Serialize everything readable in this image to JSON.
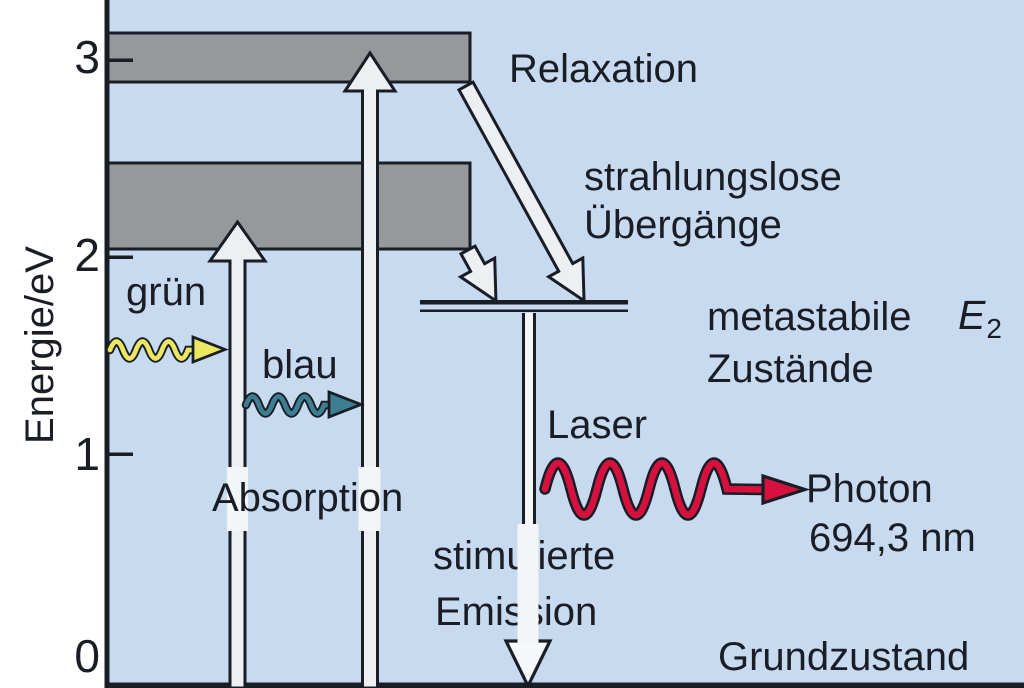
{
  "colors": {
    "background": "#ffffff",
    "plot_background": "#c8daef",
    "band_fill": "#97989b",
    "ink": "#191d26",
    "arrow_fill": "#edeff2",
    "halo_white": "#f3f5f7",
    "pump_green_wave": "#ebe762",
    "pump_blue_wave": "#3d7f90",
    "laser_wave": "#d6113e"
  },
  "axis": {
    "label": "Energie/eV",
    "ticks": [
      "3",
      "2",
      "1",
      "0"
    ]
  },
  "labels": {
    "gruen": "grün",
    "blau": "blau",
    "absorption": "Absorption",
    "relaxation": "Relaxation",
    "strahlungslos_line1": "strahlungslose",
    "strahlungslos_line2": "Übergänge",
    "metastabile": "metastabile",
    "e_symbol": "E",
    "e_subscript": "2",
    "zustaende": "Zustände",
    "laser": "Laser",
    "photon": "Photon",
    "wavelength": "694,3 nm",
    "stimulierte": "stimulierte",
    "emission": "Emission",
    "grundzustand": "Grundzustand"
  },
  "diagram_data": {
    "type": "energy-level-diagram",
    "subject": "three-level ruby laser scheme",
    "y_axis": {
      "label": "Energie/eV",
      "range_eV": [
        0,
        3.2
      ],
      "ticks_eV": [
        0,
        1,
        2,
        3
      ]
    },
    "levels": [
      {
        "name": "Grundzustand",
        "energy_eV": 0
      },
      {
        "name": "metastabile Zustände E2",
        "energy_eV": 1.79,
        "style": "double-line"
      },
      {
        "name": "Absorptionsband grün",
        "energy_band_eV": [
          2.06,
          2.5
        ],
        "style": "gray-band"
      },
      {
        "name": "Absorptionsband blau",
        "energy_band_eV": [
          2.91,
          3.16
        ],
        "style": "gray-band"
      }
    ],
    "transitions": [
      {
        "name": "Absorption grün",
        "from_eV": 0,
        "to_eV": 2.2,
        "photon": "grün"
      },
      {
        "name": "Absorption blau",
        "from_eV": 0,
        "to_eV": 3.05,
        "photon": "blau"
      },
      {
        "name": "Relaxation / strahlungslose Übergänge",
        "from_eV": 2.9,
        "to_eV": 1.79
      },
      {
        "name": "strahlungslose Übergänge",
        "from_eV": 2.1,
        "to_eV": 1.79
      },
      {
        "name": "stimulierte Emission",
        "from_eV": 1.79,
        "to_eV": 0,
        "photon": "Photon 694,3 nm",
        "color": "rot"
      }
    ]
  }
}
